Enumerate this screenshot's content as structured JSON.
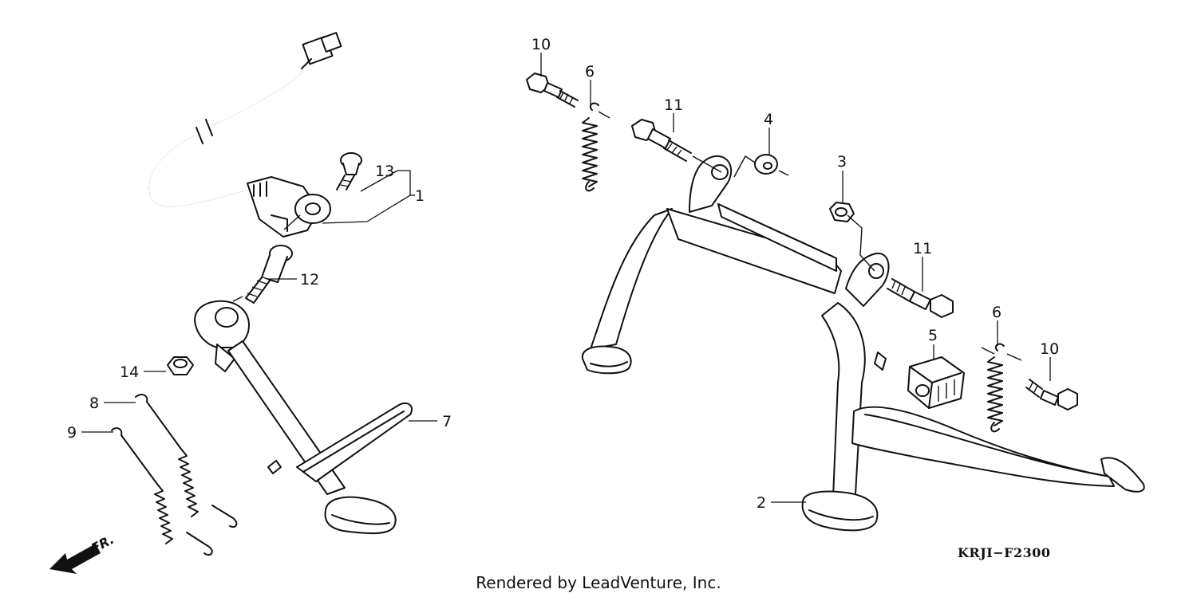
{
  "diagram": {
    "drawing_code": "KRJI−F2300",
    "credit": "Rendered by LeadVenture, Inc.",
    "front_marker": "FR.",
    "callouts": {
      "c1": "1",
      "c2": "2",
      "c3": "3",
      "c4": "4",
      "c5": "5",
      "c6a": "6",
      "c6b": "6",
      "c7": "7",
      "c8": "8",
      "c9": "9",
      "c10a": "10",
      "c10b": "10",
      "c11a": "11",
      "c11b": "11",
      "c12": "12",
      "c13": "13",
      "c14": "14"
    }
  }
}
